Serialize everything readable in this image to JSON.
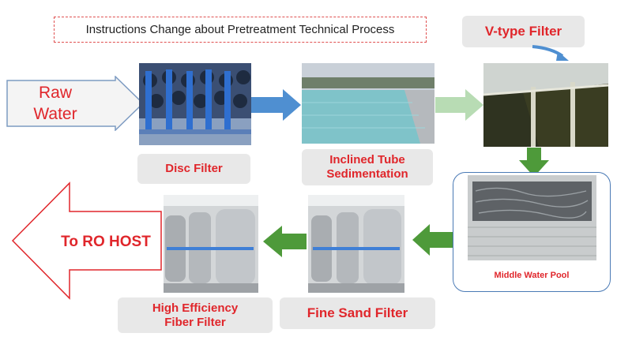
{
  "title": "Instructions Change  about Pretreatment Technical Process",
  "raw_water": {
    "line1": "Raw",
    "line2": "Water"
  },
  "stages": {
    "disc_filter": "Disc Filter",
    "inclined_tube": {
      "line1": "Inclined Tube",
      "line2": "Sedimentation"
    },
    "v_type": "V-type Filter",
    "middle_pool": "Middle Water Pool",
    "fine_sand": "Fine Sand Filter",
    "fiber_filter": {
      "line1": "High Efficiency",
      "line2": "Fiber Filter"
    }
  },
  "output": "To RO HOST",
  "colors": {
    "label_text": "#e0262b",
    "blue_arrow": "#4f8fd1",
    "green_arrow": "#4e9a3a",
    "light_green_arrow": "#b8dcb4"
  }
}
